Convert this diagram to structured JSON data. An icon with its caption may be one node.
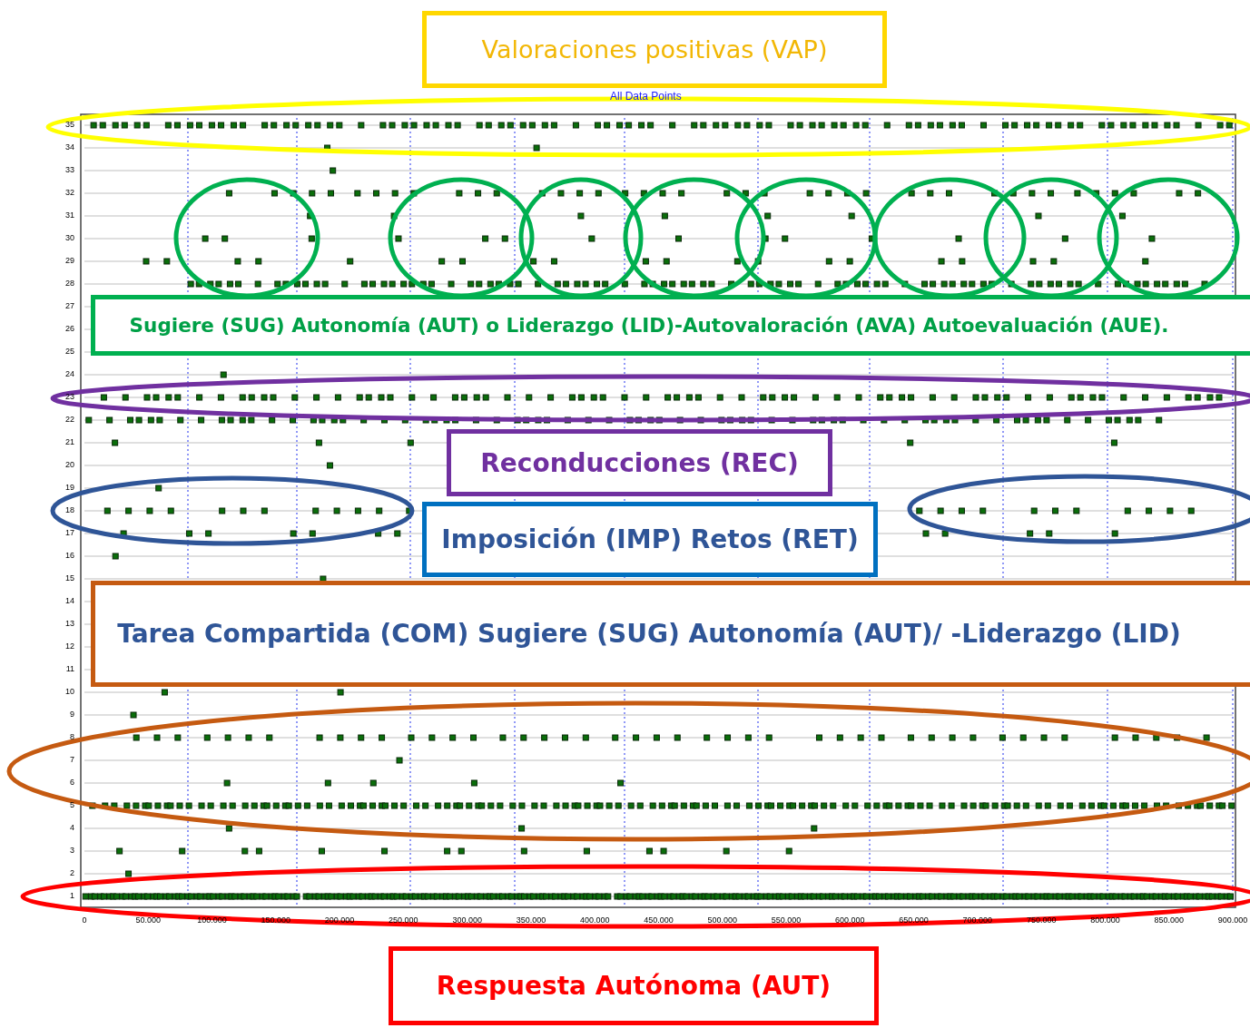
{
  "diagram": {
    "nodes": [
      {
        "text": [
          "Valoraciones positivas (VAP)"
        ]
      },
      {
        "text": [
          "Sugiere (SUG) Autonomía (AUT) o Liderazgo (LID)-Autovaloración (AVA) Autoevaluación (AUE)."
        ]
      },
      {
        "text": [
          "Reconducciones (REC)"
        ]
      },
      {
        "text": [
          "Imposición (IMP) Retos (RET)"
        ]
      },
      {
        "text": [
          "Tarea Compartida (COM) Sugiere (SUG) Autonomía (AUT)/ -Liderazgo (LID)"
        ]
      },
      {
        "text": [
          "Respuesta Autónoma (AUT)"
        ]
      }
    ],
    "labels": [
      "All Data Points",
      "35",
      "34",
      "33",
      "32",
      "31",
      "30",
      "29",
      "28",
      "27",
      "26",
      "25",
      "24",
      "23",
      "22",
      "21",
      "20",
      "19",
      "18",
      "17",
      "16",
      "15",
      "14",
      "13",
      "12",
      "11",
      "10",
      "9",
      "8",
      "7",
      "6",
      "5",
      "4",
      "3",
      "2",
      "1",
      "0",
      "50.000",
      "100.000",
      "150.000",
      "200.000",
      "250.000",
      "300.000",
      "350.000",
      "400.000",
      "450.000",
      "500.000",
      "550.000",
      "600.000",
      "650.000",
      "700.000",
      "750.000",
      "800.000",
      "850.000",
      "900.000"
    ]
  }
}
